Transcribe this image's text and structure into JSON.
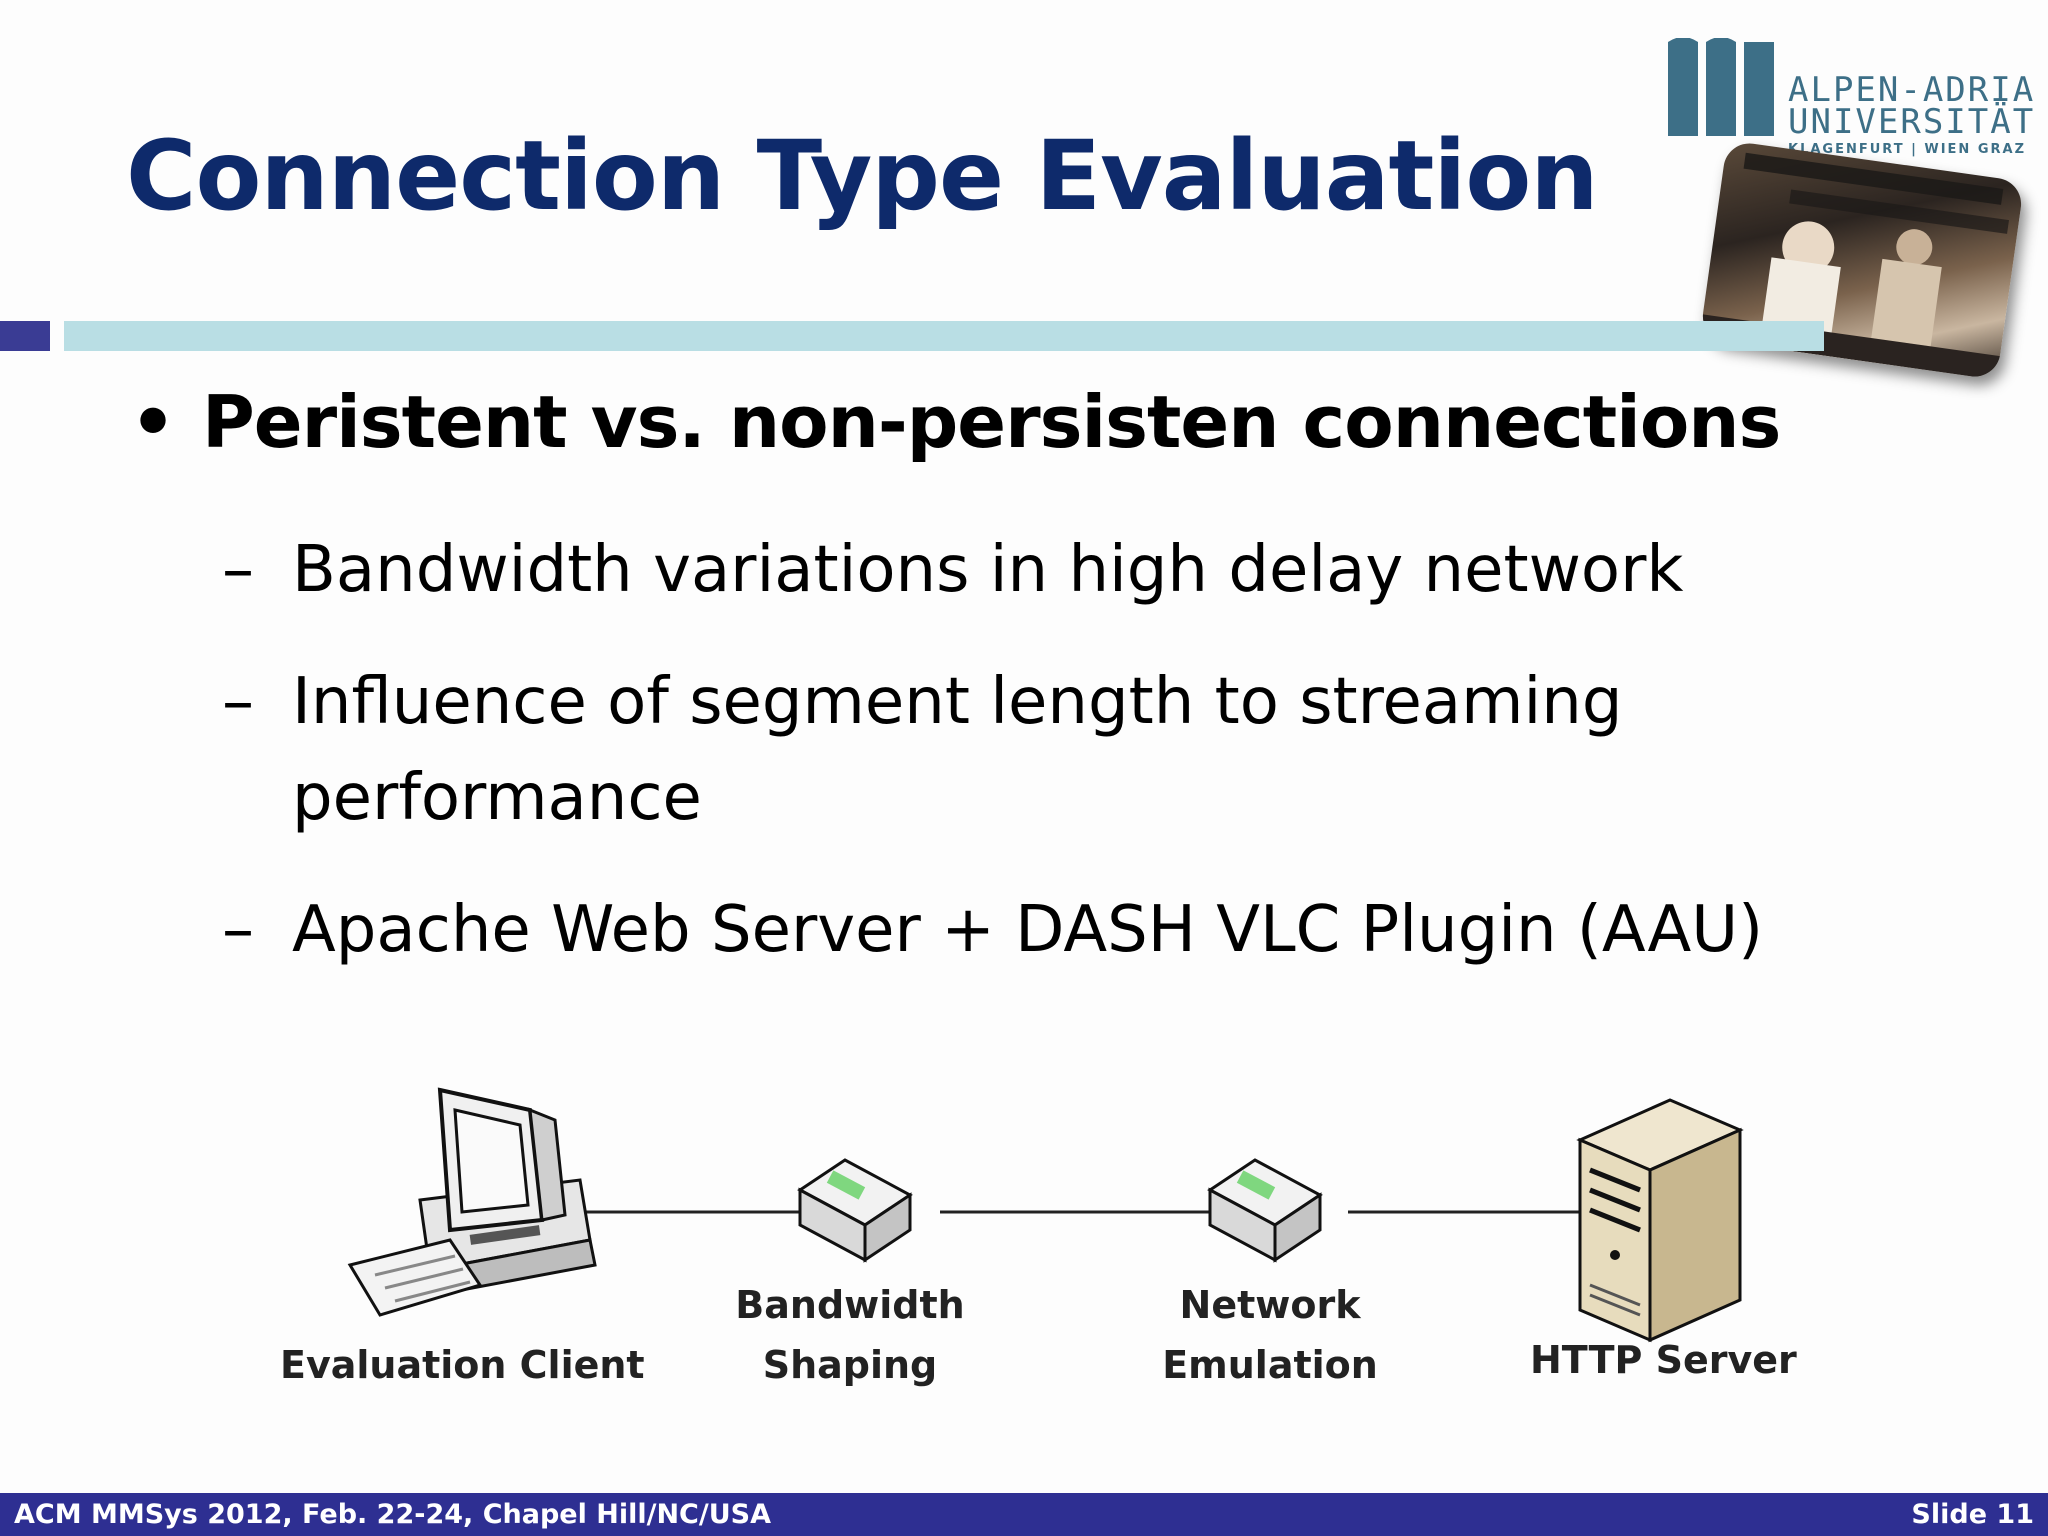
{
  "slide": {
    "title": "Connection Type Evaluation",
    "bullet_main": "Peristent vs. non-persisten connections",
    "bullet_symbol": "•",
    "dash_symbol": "–",
    "sub_items": [
      {
        "line1": "Bandwidth variations in high delay network",
        "line2": ""
      },
      {
        "line1": "Influence of segment length to streaming",
        "line2": "performance"
      },
      {
        "line1": "Apache Web Server + DASH VLC Plugin (AAU)",
        "line2": ""
      }
    ]
  },
  "logo": {
    "line1": "ALPEN-ADRIA",
    "line2": "UNIVERSITÄT",
    "line3": "KLAGENFURT | WIEN GRAZ"
  },
  "diagram": {
    "nodes": [
      {
        "label_line1": "Evaluation Client",
        "label_line2": "",
        "icon": "desktop-computer-icon"
      },
      {
        "label_line1": "Bandwidth",
        "label_line2": "Shaping",
        "icon": "router-icon"
      },
      {
        "label_line1": "Network",
        "label_line2": "Emulation",
        "icon": "router-icon"
      },
      {
        "label_line1": "HTTP Server",
        "label_line2": "",
        "icon": "server-icon"
      }
    ]
  },
  "footer": {
    "left": "ACM MMSys 2012, Feb.  22-24, Chapel Hill/NC/USA",
    "right": "Slide 11"
  },
  "colors": {
    "title": "#0e2a6b",
    "rule": "#b9dee4",
    "footer_bg": "#2e2f92",
    "logo": "#3d6f87"
  }
}
